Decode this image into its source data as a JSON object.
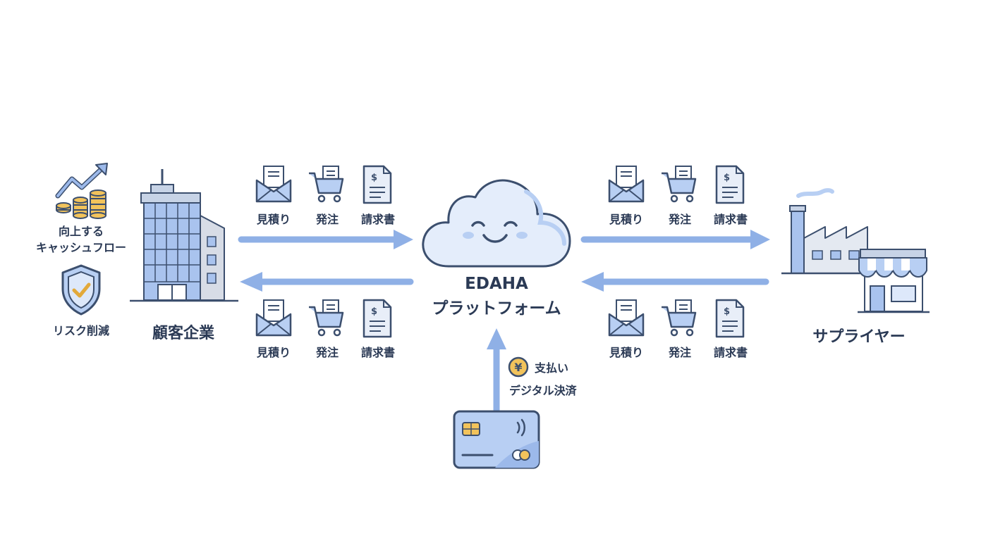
{
  "customer": {
    "title": "顧客企業",
    "benefit_cashflow": [
      "向上する",
      "キャッシュフロー"
    ],
    "benefit_risk": "リスク削減"
  },
  "platform": {
    "name": "EDAHA",
    "subtitle": "プラットフォーム"
  },
  "supplier": {
    "title": "サプライヤー"
  },
  "documents": {
    "quote": "見積り",
    "order": "発注",
    "invoice": "請求書"
  },
  "payment": {
    "symbol": "¥",
    "label": "支払い",
    "sublabel": "デジタル決済"
  },
  "colors": {
    "arrow": "#8fb0e6",
    "outline": "#3c4f6e",
    "fill_light": "#dde8fa",
    "coin": "#f2c35b",
    "text": "#2b3a55"
  }
}
